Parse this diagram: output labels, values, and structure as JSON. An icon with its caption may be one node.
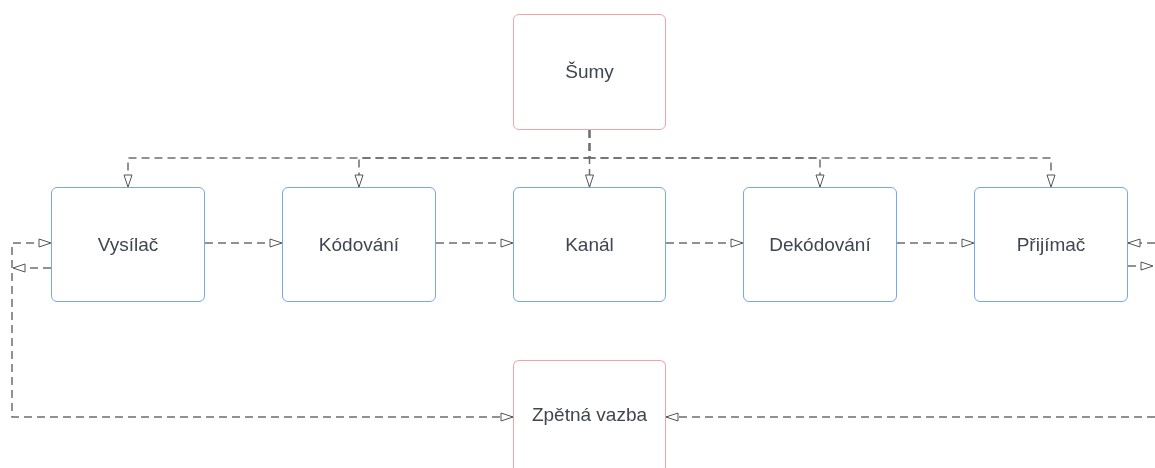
{
  "diagram": {
    "nodes": [
      {
        "text": [
          "Šumy"
        ]
      },
      {
        "text": [
          "Vysílač"
        ]
      },
      {
        "text": [
          "Kódování"
        ]
      },
      {
        "text": [
          "Kanál"
        ]
      },
      {
        "text": [
          "Dekódování"
        ]
      },
      {
        "text": [
          "Přijímač"
        ]
      },
      {
        "text": [
          "Zpětná vazba"
        ]
      }
    ],
    "edges": [
      {
        "from": 0,
        "to": 1,
        "arrow": "to",
        "style": "dashed"
      },
      {
        "from": 0,
        "to": 2,
        "arrow": "to",
        "style": "dashed"
      },
      {
        "from": 0,
        "to": 3,
        "arrow": "to",
        "style": "dashed"
      },
      {
        "from": 0,
        "to": 4,
        "arrow": "to",
        "style": "dashed"
      },
      {
        "from": 0,
        "to": 5,
        "arrow": "to",
        "style": "dashed"
      },
      {
        "from": 1,
        "to": 2,
        "arrow": "to",
        "style": "dashed"
      },
      {
        "from": 2,
        "to": 3,
        "arrow": "to",
        "style": "dashed"
      },
      {
        "from": 3,
        "to": 4,
        "arrow": "to",
        "style": "dashed"
      },
      {
        "from": 4,
        "to": 5,
        "arrow": "to",
        "style": "dashed"
      },
      {
        "from": null,
        "to": 5,
        "arrow": "to",
        "style": "dashed"
      },
      {
        "from": 5,
        "to": null,
        "arrow": "to",
        "style": "dashed"
      },
      {
        "from": 6,
        "to": 1,
        "arrow": "both",
        "style": "dashed"
      },
      {
        "from": 1,
        "to": null,
        "arrow": "to",
        "style": "dashed"
      },
      {
        "from": null,
        "to": 6,
        "arrow": "to",
        "style": "dashed"
      }
    ]
  }
}
